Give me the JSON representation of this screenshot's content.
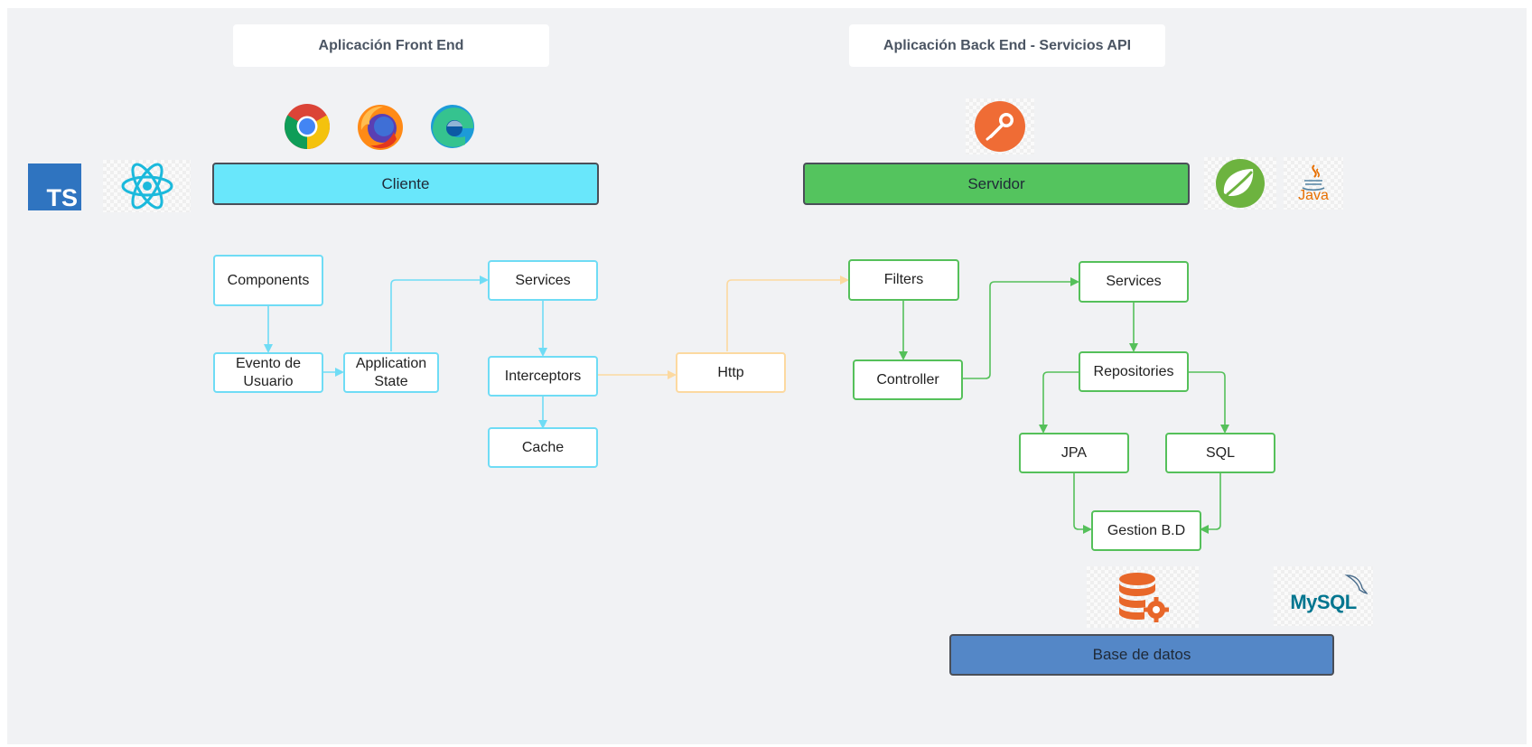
{
  "headers": {
    "front": "Aplicación Front End",
    "back": "Aplicación Back End - Servicios API"
  },
  "bars": {
    "client": "Cliente",
    "server": "Servidor",
    "database": "Base de datos"
  },
  "front_nodes": {
    "components": "Components",
    "user_event": "Evento de\nUsuario",
    "app_state": "Application\nState",
    "services": "Services",
    "interceptors": "Interceptors",
    "cache": "Cache"
  },
  "http_node": "Http",
  "back_nodes": {
    "filters": "Filters",
    "controller": "Controller",
    "services": "Services",
    "repositories": "Repositories",
    "jpa": "JPA",
    "sql": "SQL",
    "db_management": "Gestion B.D"
  },
  "logos": {
    "typescript": "TS",
    "react": "react-icon",
    "chrome": "chrome-icon",
    "firefox": "firefox-icon",
    "edge": "edge-icon",
    "postman": "postman-icon",
    "spring": "spring-icon",
    "java": "Java",
    "database": "database-gear-icon",
    "mysql": "MySQL"
  },
  "colors": {
    "canvas": "#f1f2f4",
    "client_bar": "#69e7fb",
    "server_bar": "#54c45e",
    "database_bar": "#5487c7",
    "front_edge": "#6fdcf5",
    "http_edge": "#fcd9a0",
    "back_edge": "#55c05a",
    "typescript": "#2f74c0",
    "react": "#1bb9dc",
    "postman": "#ef6c35",
    "spring": "#6db33f",
    "java": "#e76f00",
    "database_icon": "#e8672a",
    "mysql_text": "#00758f"
  }
}
